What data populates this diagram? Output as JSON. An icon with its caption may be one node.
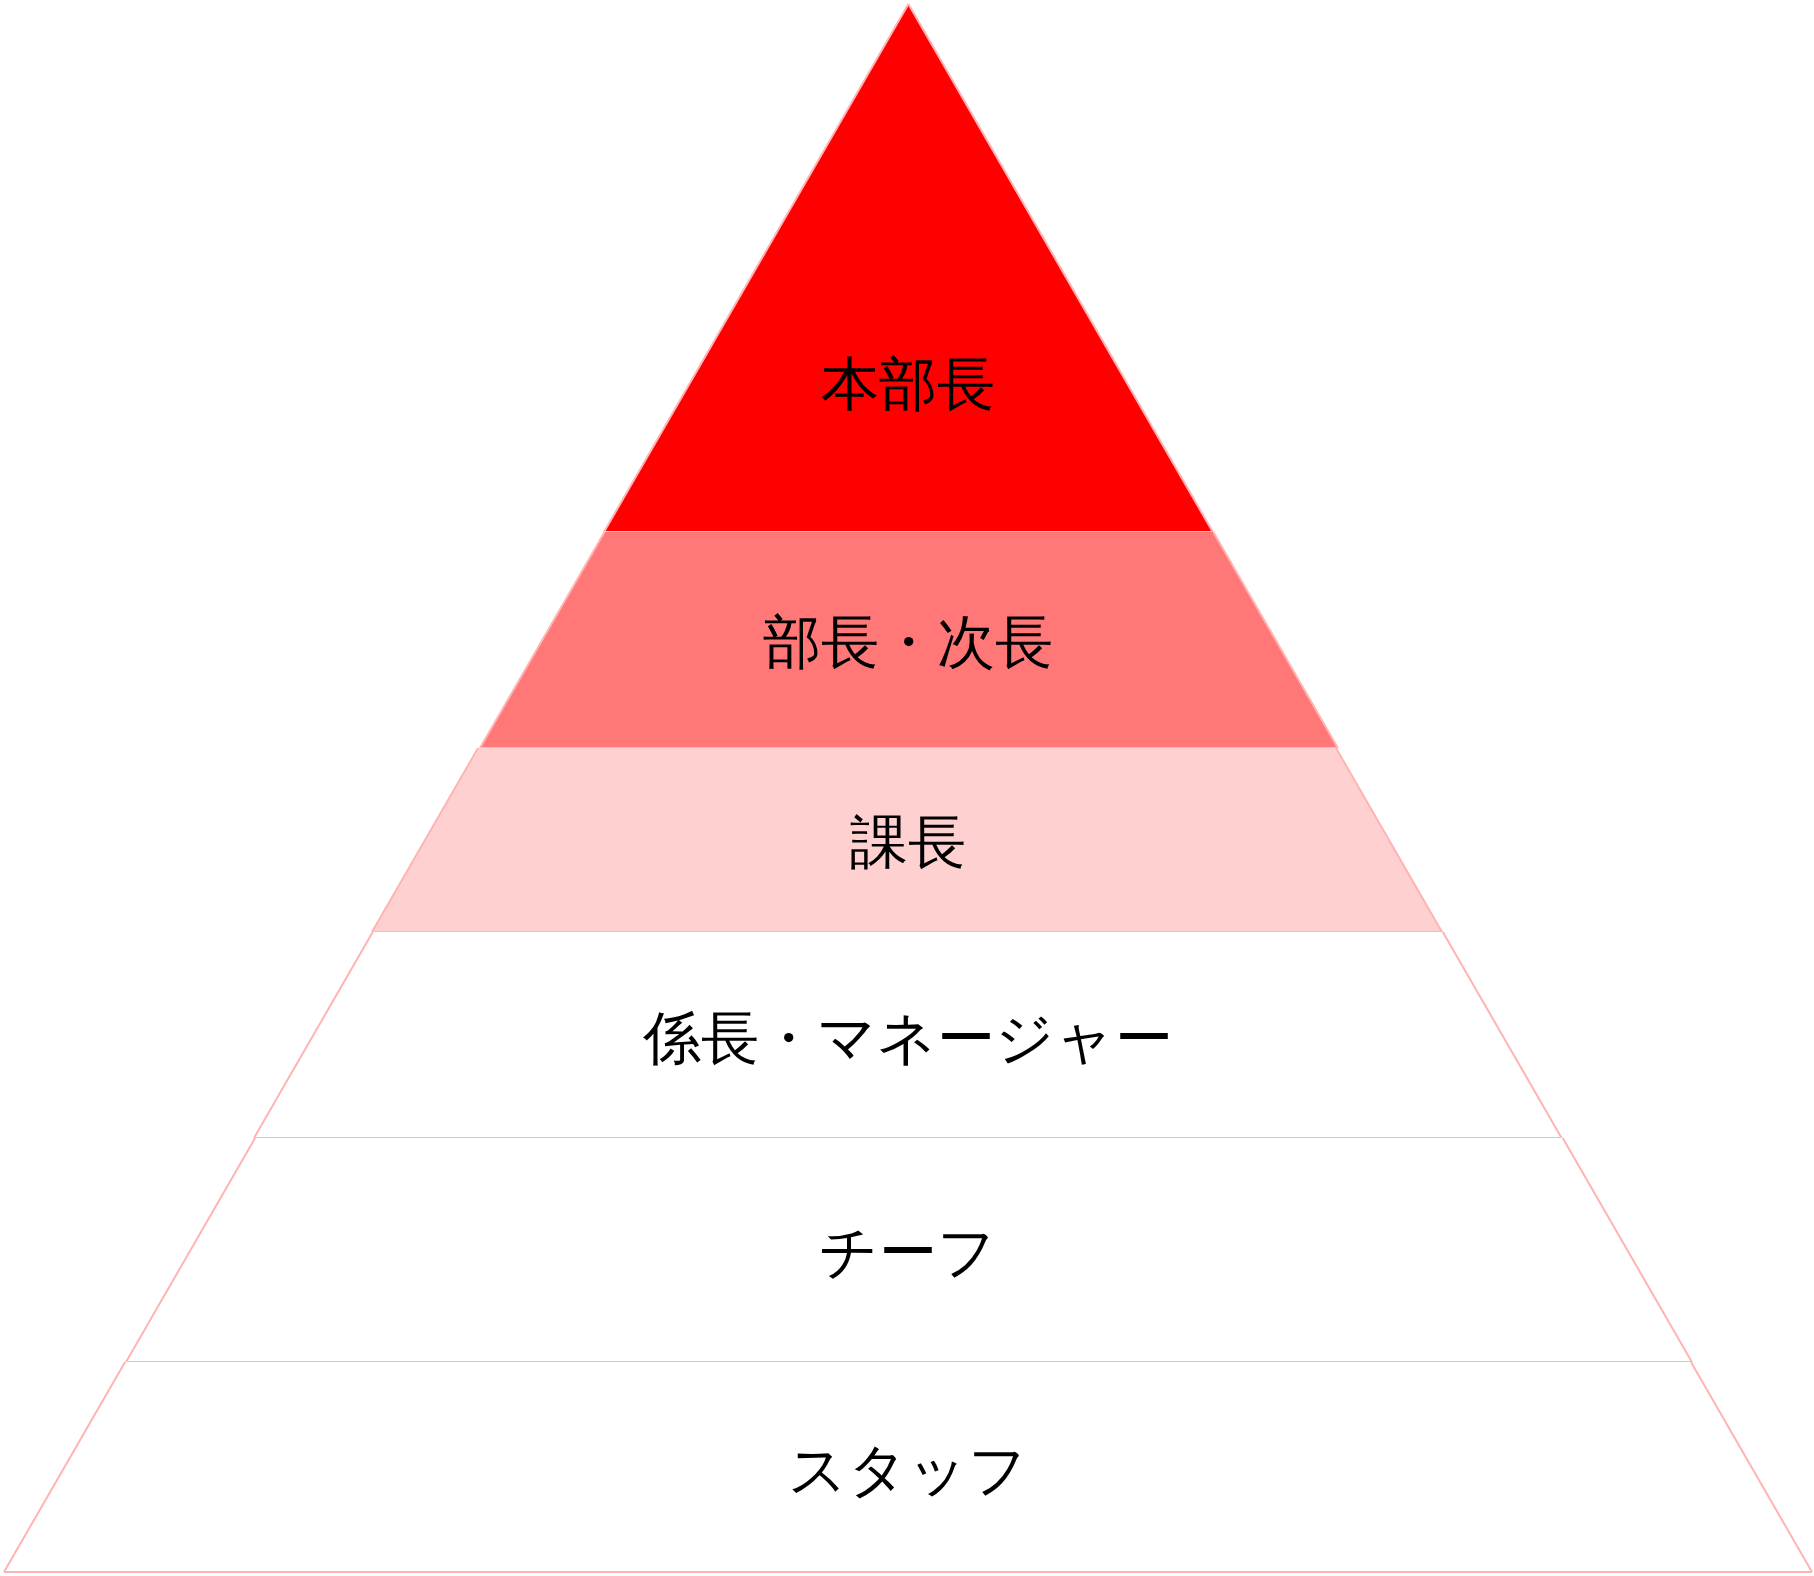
{
  "diagram": {
    "nodes": [
      {
        "text": [
          "本部長"
        ]
      },
      {
        "text": [
          "部長・次長"
        ]
      },
      {
        "text": [
          "課長"
        ]
      },
      {
        "text": [
          "係長・マネージャー"
        ]
      },
      {
        "text": [
          "チーフ"
        ]
      },
      {
        "text": [
          "スタッフ"
        ]
      }
    ]
  }
}
